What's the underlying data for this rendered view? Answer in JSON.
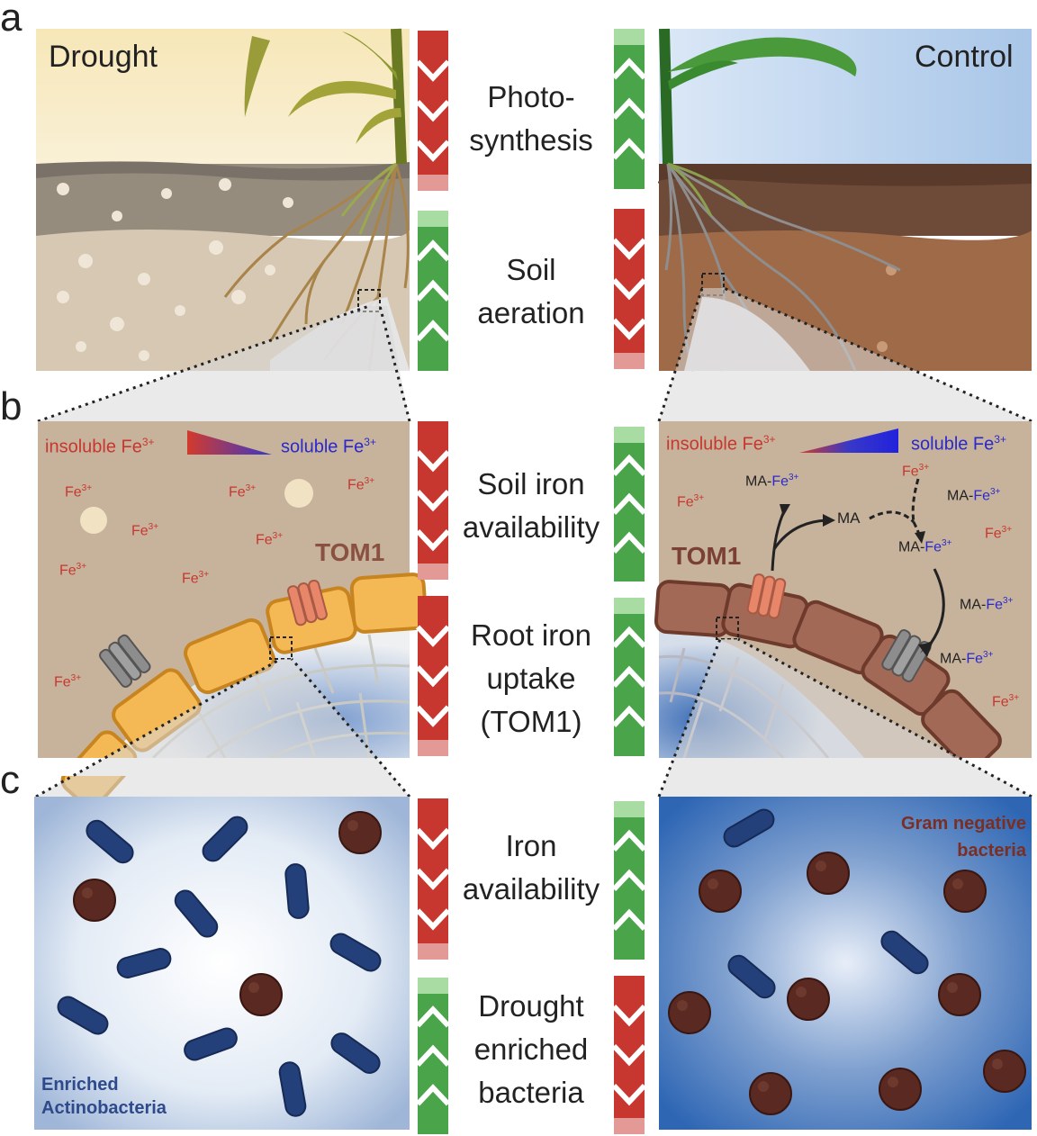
{
  "panels": {
    "a": "a",
    "b": "b",
    "c": "c"
  },
  "conditions": {
    "left": "Drought",
    "right": "Control"
  },
  "middle_labels": {
    "photosynthesis": "Photo-\nsynthesis",
    "soil_aeration": "Soil\naeration",
    "soil_iron": "Soil iron\navailability",
    "root_iron": "Root iron\nuptake\n(TOM1)",
    "iron": "Iron\navailability",
    "drought_bacteria": "Drought\nenriched\nbacteria"
  },
  "panel_b": {
    "insoluble": "insoluble Fe",
    "soluble": "soluble Fe",
    "charge": "3+",
    "fe": "Fe",
    "tom1": "TOM1",
    "ma": "MA",
    "ma_fe": "MA-"
  },
  "panel_c": {
    "left_label": "Enriched\nActinobacteria",
    "right_label": "Gram negative\nbacteria"
  },
  "colors": {
    "down": "#c8372f",
    "up": "#4aa54a",
    "up_light": "#a8dca3",
    "down_light": "#e39a96",
    "rod": "#23407a",
    "coccus": "#5a2a22",
    "fe_red": "#c8372f",
    "fe_blue": "#2a2acc",
    "tom1": "#8a5040"
  }
}
